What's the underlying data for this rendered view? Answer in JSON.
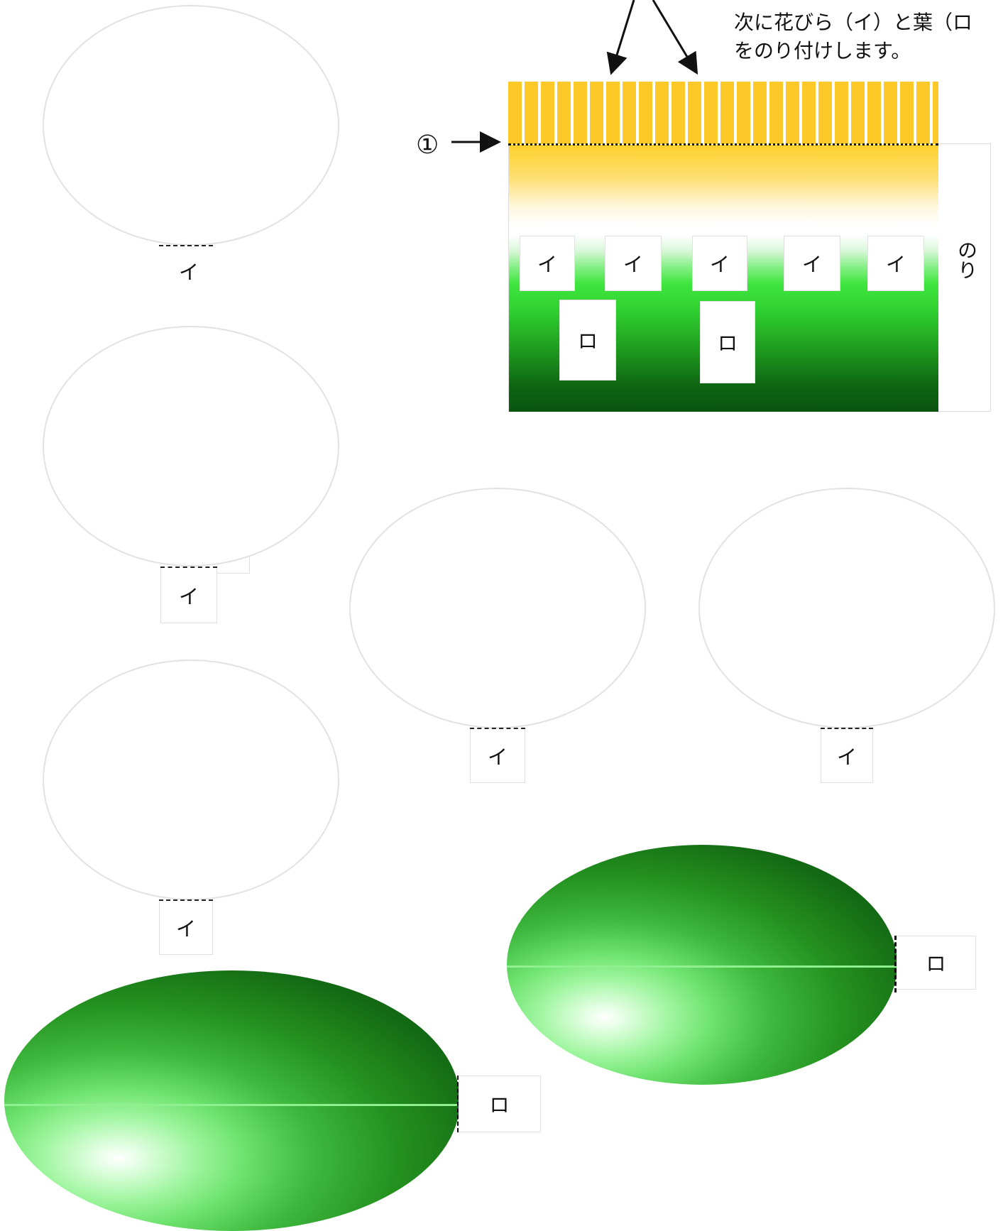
{
  "instruction": {
    "line1": "次に花びら（イ）と葉（ロ",
    "line2": "をのり付けします。"
  },
  "step_marker": "①",
  "glue_label": "のり",
  "band_tabs_i": [
    "イ",
    "イ",
    "イ",
    "イ",
    "イ"
  ],
  "band_tabs_ro": [
    "ロ",
    "ロ"
  ],
  "petals": [
    {
      "label": "イ"
    },
    {
      "label": "イ"
    },
    {
      "label": "イ"
    },
    {
      "label": "イ"
    },
    {
      "label": "イ"
    }
  ],
  "leaves": [
    {
      "label": "ロ"
    },
    {
      "label": "ロ"
    }
  ],
  "colors": {
    "flower_center": "#fcc929",
    "stem_green": "#0a5410",
    "leaf_highlight": "#ffffff",
    "outline": "#e2e2e2"
  }
}
